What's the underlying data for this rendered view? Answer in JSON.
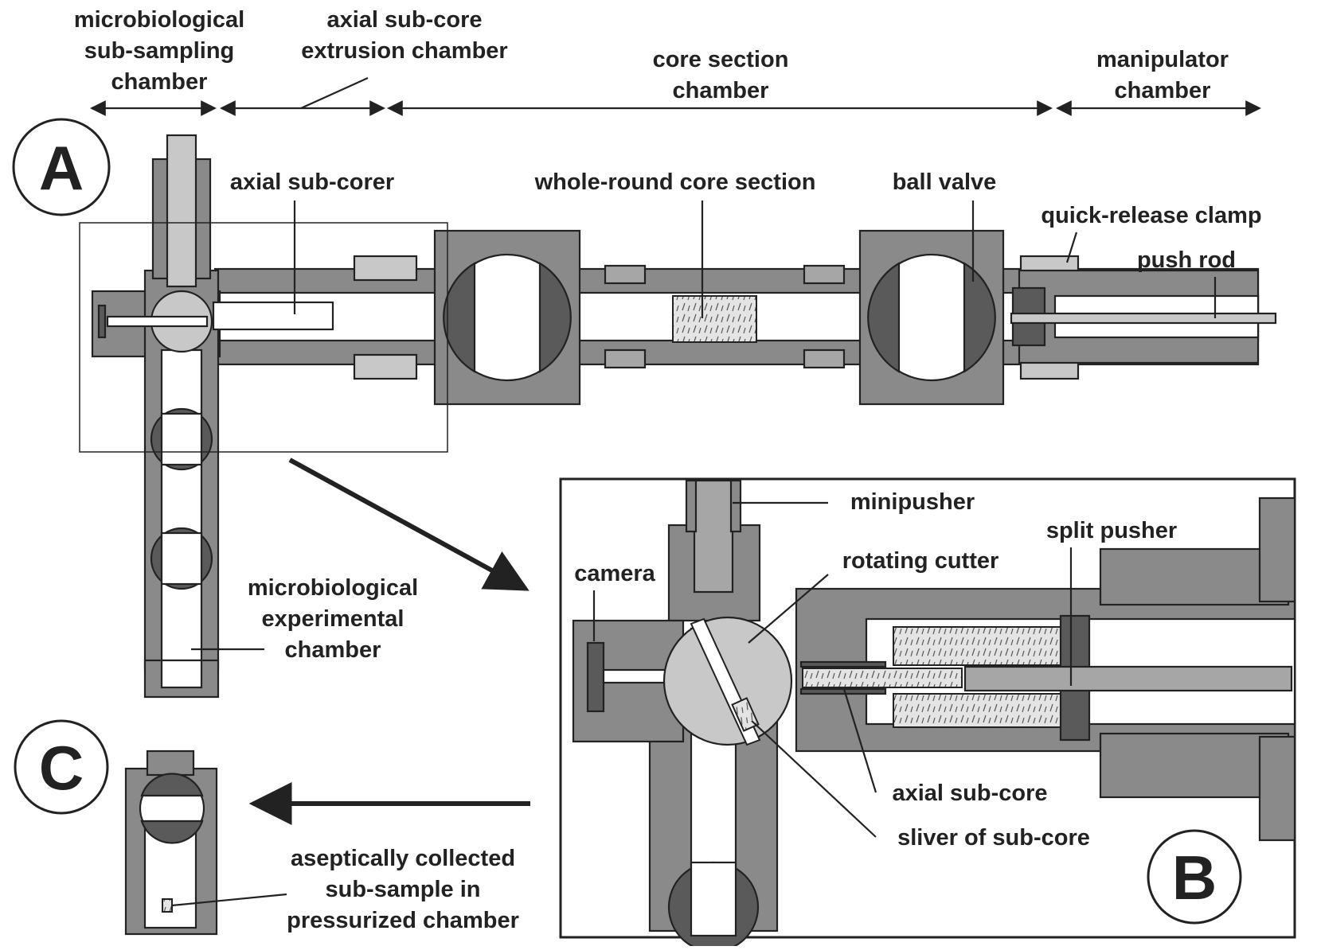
{
  "panels": {
    "a": "A",
    "b": "B",
    "c": "C"
  },
  "chambers": {
    "microbiological_sub_sampling": [
      "microbiological",
      "sub-sampling",
      "chamber"
    ],
    "axial_sub_core_extrusion": [
      "axial sub-core",
      "extrusion chamber"
    ],
    "core_section": [
      "core section",
      "chamber"
    ],
    "manipulator": [
      "manipulator",
      "chamber"
    ]
  },
  "labels_a": {
    "axial_sub_corer": "axial sub-corer",
    "whole_round_core_section": "whole-round core section",
    "ball_valve": "ball valve",
    "quick_release_clamp": "quick-release clamp",
    "push_rod": "push rod",
    "microbiological_experimental_chamber": [
      "microbiological",
      "experimental",
      "chamber"
    ]
  },
  "labels_b": {
    "minipusher": "minipusher",
    "split_pusher": "split pusher",
    "rotating_cutter": "rotating cutter",
    "camera": "camera",
    "axial_sub_core": "axial sub-core",
    "sliver_of_sub_core": "sliver of sub-core"
  },
  "labels_c": {
    "aseptically_collected": [
      "aseptically collected",
      "sub-sample in",
      "pressurized chamber"
    ]
  },
  "colors": {
    "body": "#8a8a8a",
    "light": "#c8c8c8",
    "dark": "#5a5a5a",
    "line": "#222222"
  }
}
